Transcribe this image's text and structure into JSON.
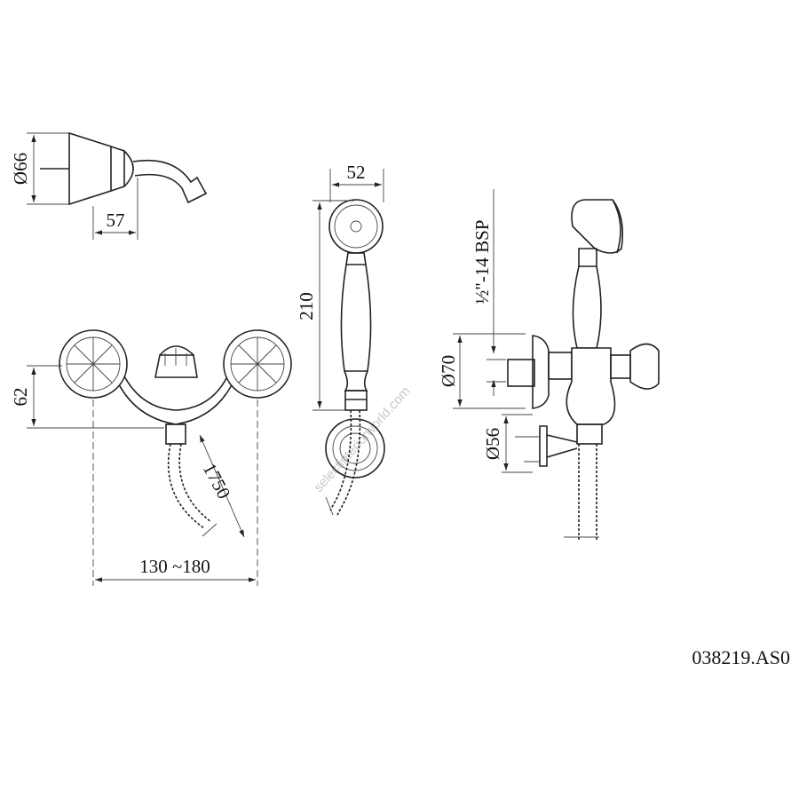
{
  "drawing": {
    "product_code": "038219.AS0",
    "watermark": "selectinteriorworld.com",
    "dimensions": {
      "holder_diameter": "Ø66",
      "holder_depth": "57",
      "handshower_head_width": "52",
      "handshower_length": "210",
      "thread_spec": "½\"-14 BSP",
      "flange_diameter": "Ø70",
      "bracket_diameter": "Ø56",
      "mixer_height": "62",
      "hose_length": "1750",
      "center_distance": "130 ~180"
    }
  }
}
